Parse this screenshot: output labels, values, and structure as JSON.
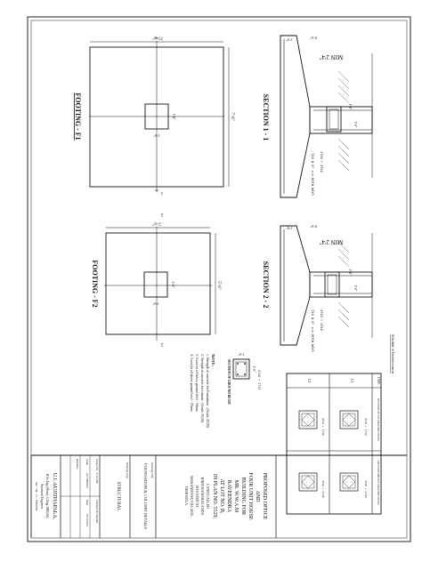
{
  "drawing": {
    "footings": {
      "f1": {
        "title": "FOOTING - F1",
        "width_dim": "7'-6\"",
        "length_dim": "7'-6\"",
        "column_dims": [
          "1'-6\"",
          "1'-6\""
        ],
        "cut_start": "1",
        "cut_end": "1"
      },
      "f2": {
        "title": "FOOTING - F2",
        "width_dim": "5'-6\"",
        "length_dim": "5'-6\"",
        "column_dims": [
          "1'-6\"",
          "1'-6\""
        ],
        "cut_start": "2",
        "cut_end": "2"
      }
    },
    "sections": {
      "s1": {
        "title": "SECTION 1 - 1",
        "top_dims": [
          "1'-0\"",
          "0'-6\""
        ],
        "min_depth": "MIN 2'4\"",
        "rebar_top": "4T16 + 4T12",
        "rebar_bottom": "T16 @ 6\" c/c BOTH WAYS",
        "side_dims": [
          "1'-6\"",
          "1'-0\""
        ]
      },
      "s2": {
        "title": "SECTION 2 - 2",
        "top_dims": [
          "1'-0\"",
          "0'-6\""
        ],
        "min_depth": "MIN 2'4\"",
        "rebar_top": "4T16 + 4T12",
        "rebar_bottom": "T16 @ 6\" c/c BOTH WAYS",
        "side_dims": [
          "1'-6\"",
          "1'-0\""
        ]
      }
    },
    "notes": {
      "heading": "NOTE:",
      "items": [
        "1. Strength of concrete for Foundation - (Grade 25/20)",
        "2. Strength of concrete for column - (Grade 25/20)",
        "3. Cover to all below ground level - 50mm",
        "4. Cover to all above ground level - 25mm"
      ]
    },
    "ground_beam": {
      "dims": [
        "1'-6\"",
        "1'-0\""
      ],
      "rebar": "2T16 + 2T12",
      "label": "SECTION OF GROUND BEAM"
    }
  },
  "schedule": {
    "title": "Schedule of Reinforcement",
    "header": [
      "TYPE",
      "SECTION UP TO GROUND LEVEL",
      "SECTION ABOVE GROUND LEVEL"
    ],
    "rows": [
      {
        "type": "C1",
        "up": "4T16 + 4T12",
        "above": "4T16 + 4T12"
      },
      {
        "type": "C2",
        "up": "4T12 + 4T16",
        "above": "4T12 + 4T16"
      }
    ]
  },
  "title_block": {
    "project": [
      "PROPOSED OFFICE",
      "AND",
      "FOUR UNIT HOUSE",
      "BUILDING FOR",
      "MR. W.W.A.M",
      "RAVEENDRA",
      "AT LOT NO. B,",
      "IN PLAN NO. 5529,",
      "LAND CALLED",
      "KIRIGNAMABALANDA",
      "SITUATED AT",
      "MAKANDANA VILLAGE,",
      "DEHIWELA."
    ],
    "drawing_title_label": "Drawing Title",
    "drawing_title": "FOUNDATION & COLUMN DETAILS",
    "drawing_type_label": "Drawing Type",
    "drawing_type": "STRUCTURAL",
    "rows": [
      [
        "Drawn By",
        "P. KANE",
        "Checked By",
        "Variable"
      ],
      [
        "Scale",
        "AS SHOWN",
        "Date",
        "05/05/2017"
      ],
      [
        "Remarks",
        "",
        "",
        ""
      ]
    ],
    "firm": [
      "U.I. AUJITHAPALA,",
      "B.Sc.Eng (Hons), C.Eng, MIE(SL)",
      "Structural Engineer"
    ],
    "firm_contact": "Tel: +94 - 71 - 9999999"
  }
}
